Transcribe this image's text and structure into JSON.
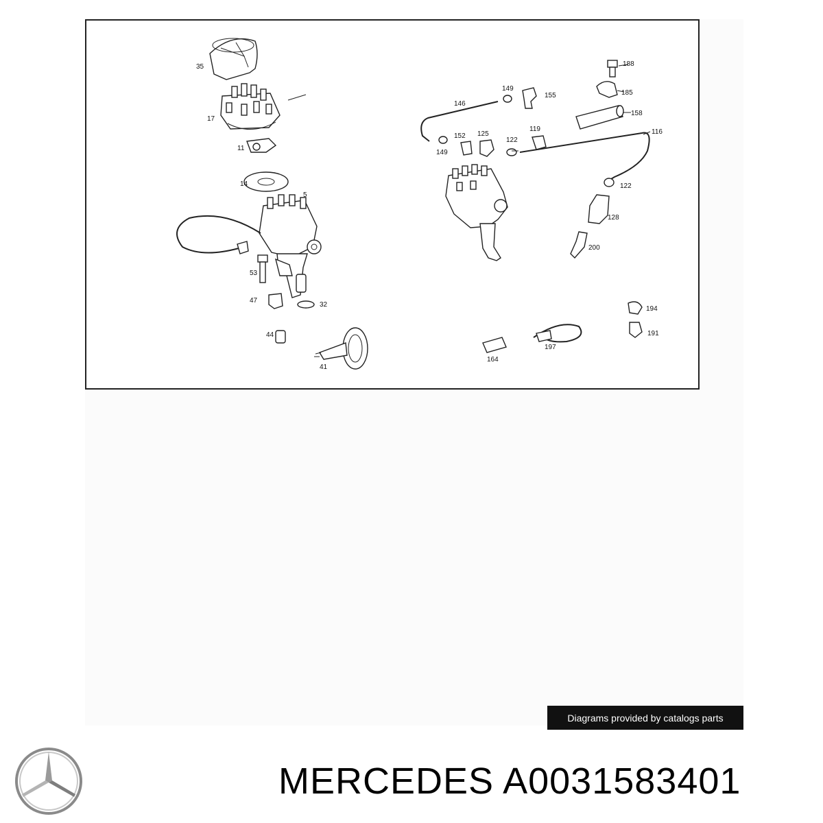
{
  "diagram": {
    "callouts": [
      "35",
      "17",
      "11",
      "14",
      "5",
      "53",
      "47",
      "32",
      "44",
      "41",
      "146",
      "149",
      "155",
      "188",
      "185",
      "158",
      "152",
      "125",
      "122",
      "119",
      "116",
      "149",
      "122",
      "128",
      "200",
      "194",
      "191",
      "164",
      "197"
    ]
  },
  "credit": {
    "text": "Diagrams provided by catalogs parts"
  },
  "footer": {
    "brand": "MERCEDES",
    "part_number": "A0031583401"
  },
  "logo": {
    "icon": "mercedes-star-icon"
  }
}
